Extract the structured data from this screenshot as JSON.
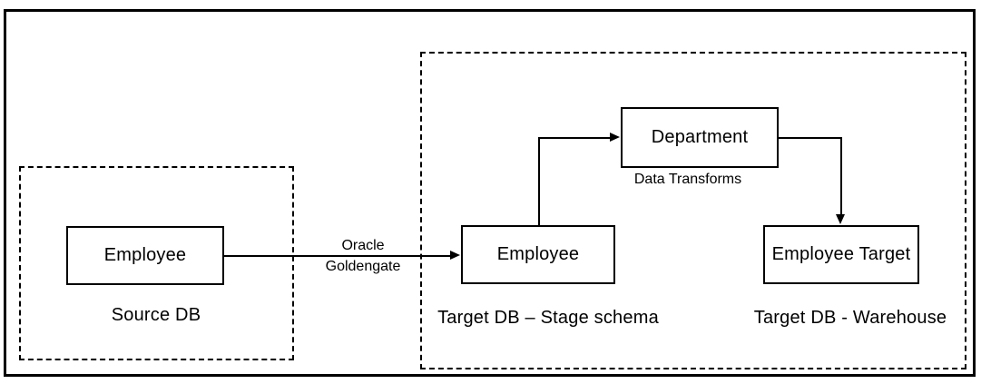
{
  "containers": {
    "source": {
      "caption": "Source DB"
    },
    "target": {
      "stage_caption": "Target DB – Stage schema",
      "warehouse_caption": "Target DB - Warehouse"
    }
  },
  "nodes": {
    "source_employee": {
      "label": "Employee"
    },
    "stage_employee": {
      "label": "Employee"
    },
    "department": {
      "label": "Department"
    },
    "employee_target": {
      "label": "Employee Target"
    }
  },
  "edges": {
    "replication": {
      "label_line1": "Oracle",
      "label_line2": "Goldengate"
    },
    "transforms_note": "Data Transforms"
  },
  "colors": {
    "line": "#000000",
    "text": "#000000",
    "background": "#ffffff"
  }
}
